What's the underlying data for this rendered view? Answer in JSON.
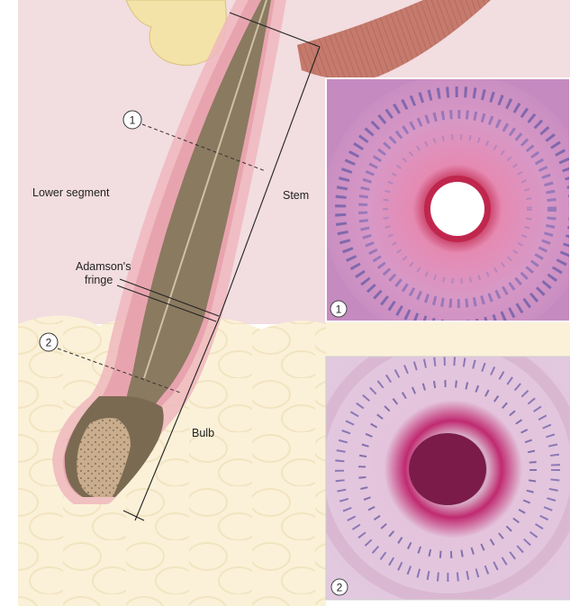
{
  "labels": {
    "lower_segment": "Lower segment",
    "stem": "Stem",
    "adamson_line1": "Adamson's",
    "adamson_line2": "fringe",
    "bulb": "Bulb"
  },
  "markers": {
    "level1": "1",
    "level2": "2"
  },
  "panels": {
    "upper_number": "1",
    "lower_number": "2"
  },
  "colors": {
    "dermis_pink": "#f2dde0",
    "fat_cream": "#fbf1d8",
    "hair_shaft": "#8a7a60",
    "outer_sheath": "#e8a4ae",
    "papilla": "#c9ad8c",
    "muscle": "#c47a6c",
    "stain_pink": "#d58fc4",
    "nuclei_purple": "#6d5ea8"
  }
}
